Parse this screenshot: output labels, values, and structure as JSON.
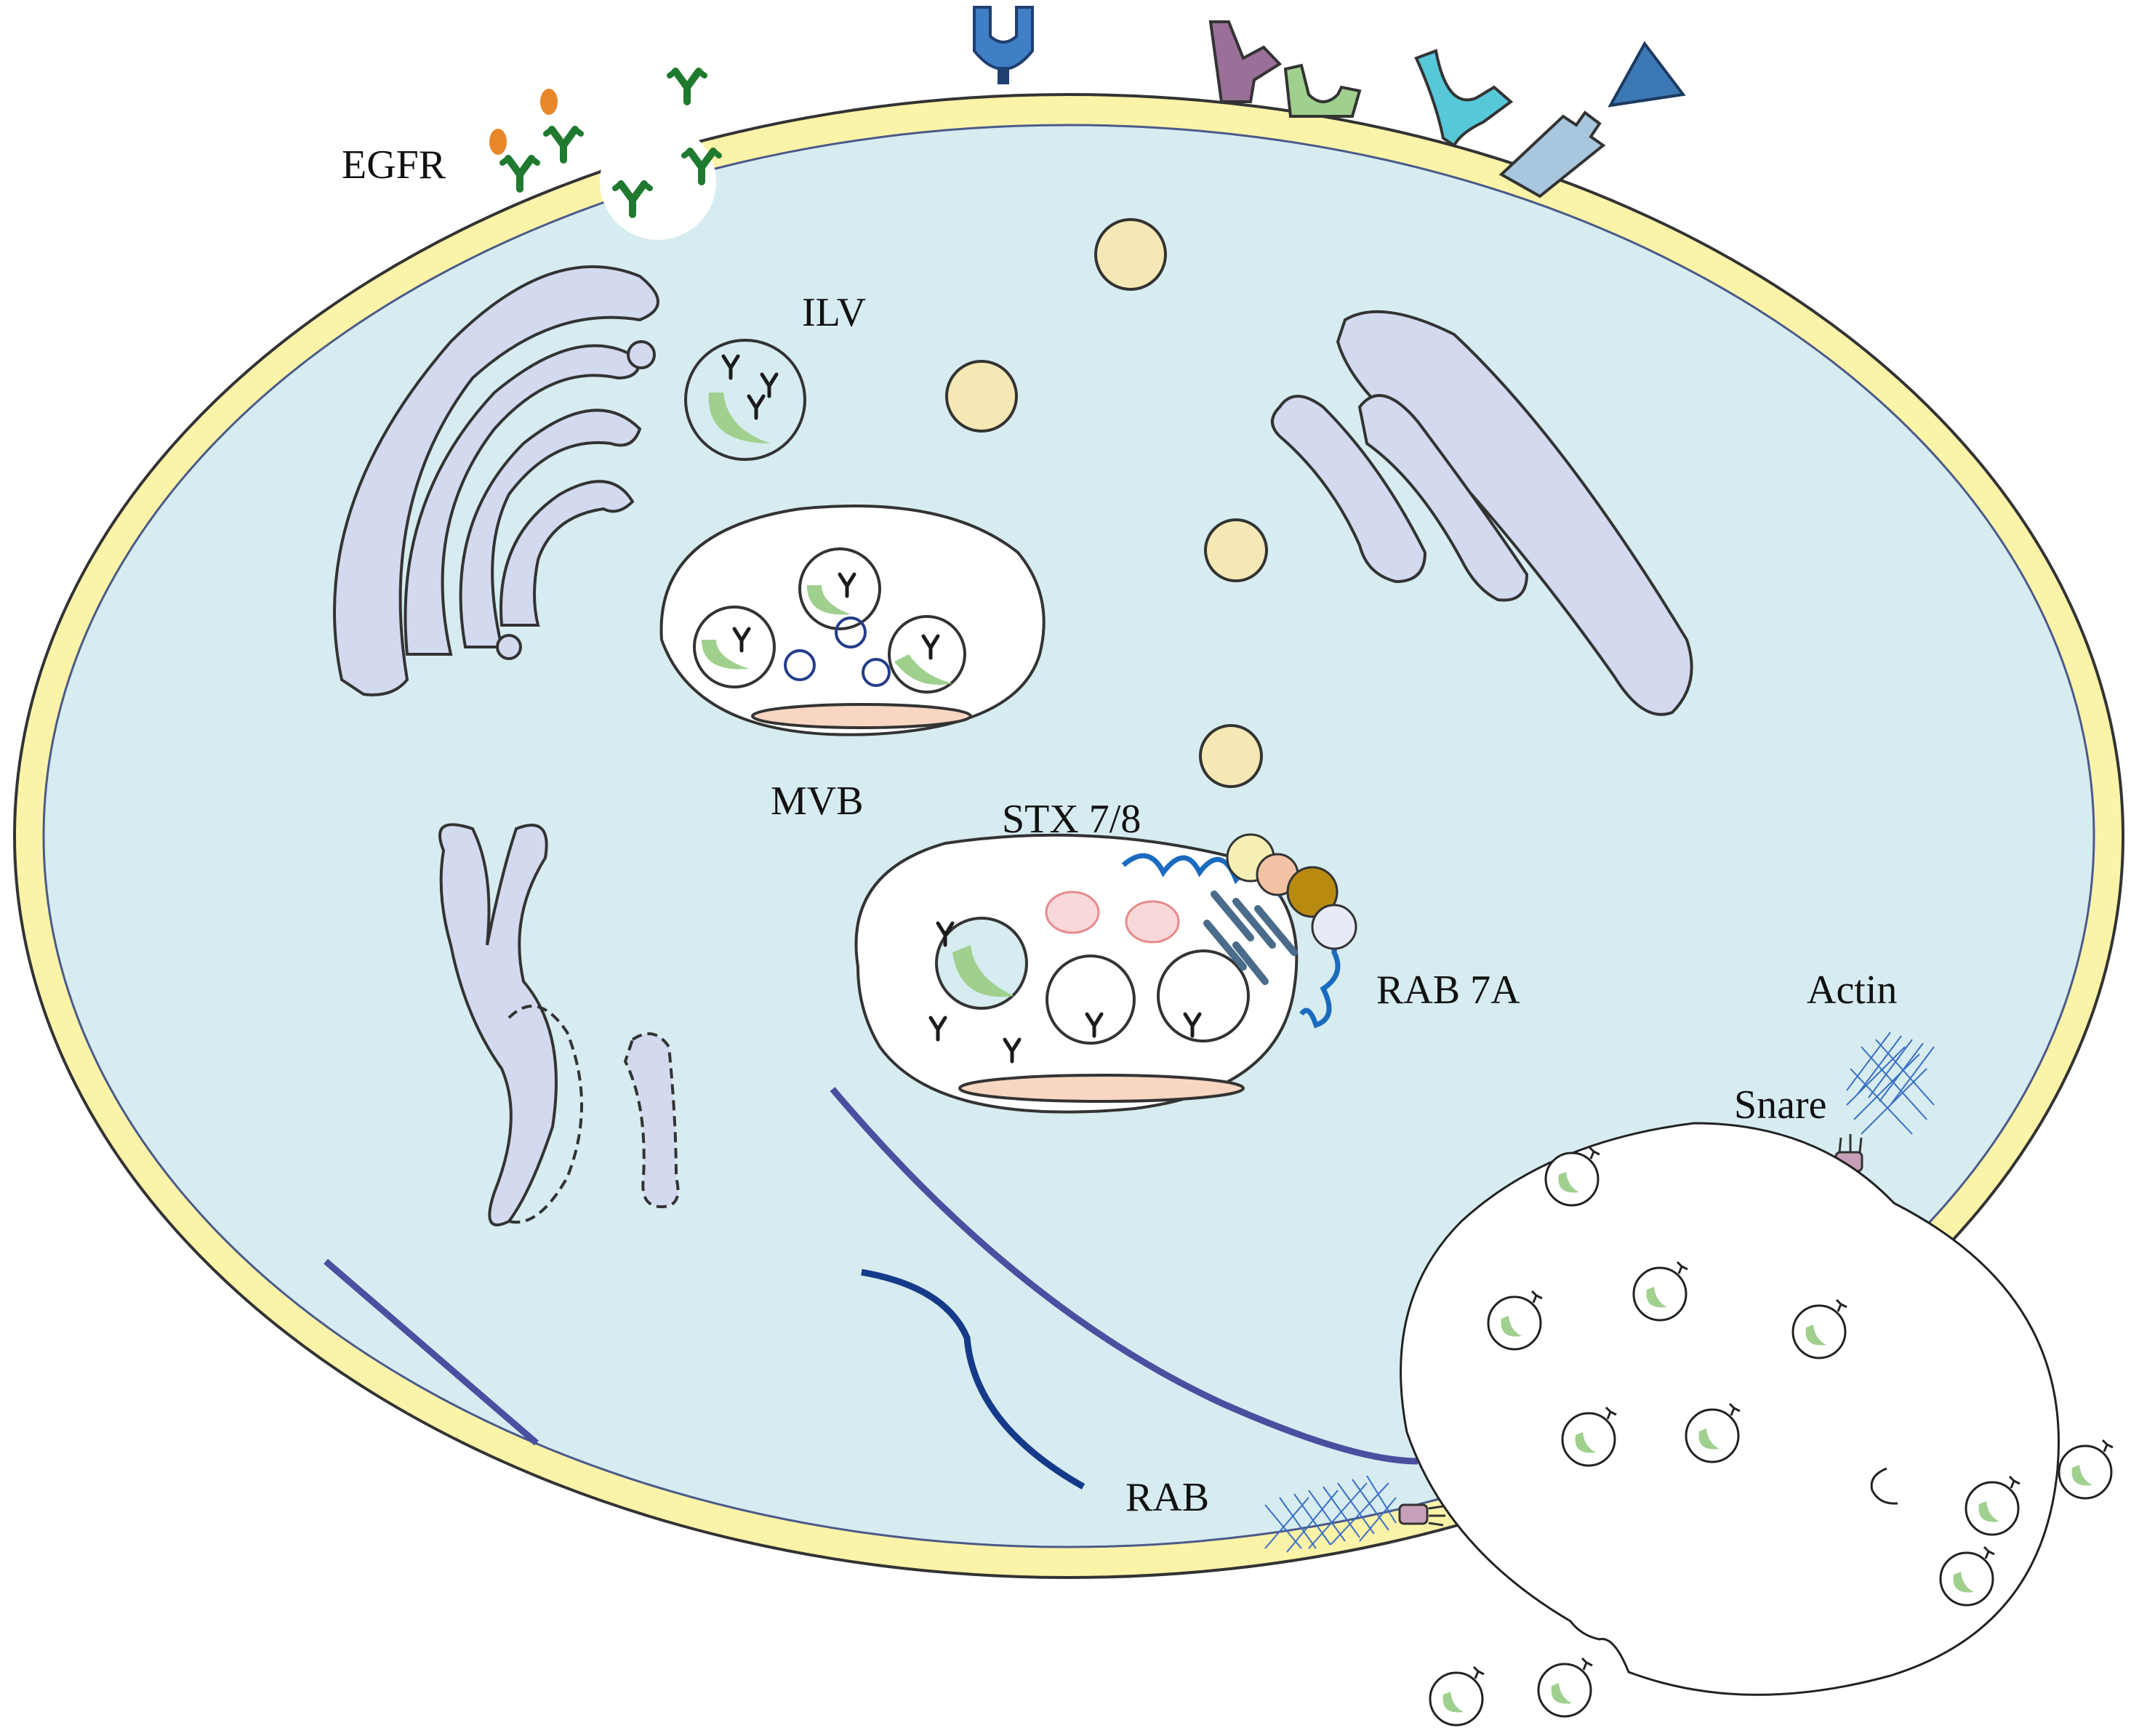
{
  "labels": {
    "egfr": "EGFR",
    "ilv": "ILV",
    "mvb": "MVB",
    "stx": "STX 7/8",
    "rab7a": "RAB 7A",
    "actin": "Actin",
    "snare": "Snare",
    "rab": "RAB"
  },
  "colors": {
    "membrane": "#fbf3a8",
    "cytoplasm": "#d7ecf0",
    "organelle": "#d3d9ef",
    "vesicle": "#f6e8b4",
    "receptor_green": "#1f7a2f",
    "cargo_green": "#9fd08e",
    "microtubule": "#4a4fa0",
    "rab_blue": "#163a8a",
    "actin_blue": "#3a6fc4",
    "snare_pink": "#c79fb8",
    "stx_blue": "#1a6bc0"
  },
  "icons": [
    "receptor-icon",
    "ligand-icon",
    "vesicle-icon",
    "exosome-icon",
    "snare-icon",
    "actin-mesh-icon"
  ]
}
